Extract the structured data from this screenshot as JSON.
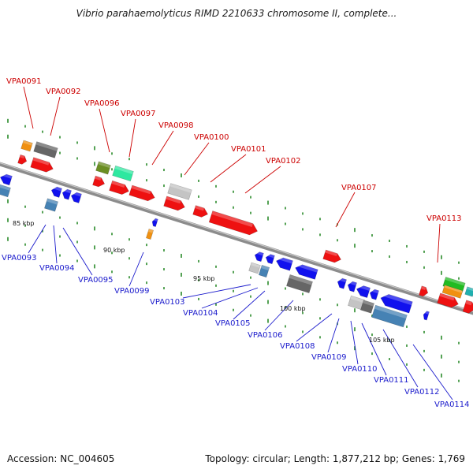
{
  "title": "Vibrio parahaemolyticus RIMD 2210633 chromosome II, complete...",
  "footer": {
    "accession": "Accession: NC_004605",
    "topology": "Topology: circular; Length: 1,877,212 bp; Genes: 1,769"
  },
  "colors": {
    "forward_label": "#cc0000",
    "reverse_label": "#1a1acc",
    "backbone": "#808080",
    "tick": "#2a8a2a"
  },
  "scale_labels": [
    "85 kbp",
    "90 kbp",
    "95 kbp",
    "100 kbp",
    "105 kbp"
  ],
  "forward_genes": [
    "VPA0091",
    "VPA0092",
    "VPA0096",
    "VPA0097",
    "VPA0098",
    "VPA0100",
    "VPA0101",
    "VPA0102",
    "VPA0107",
    "VPA0113"
  ],
  "reverse_genes": [
    "VPA0093",
    "VPA0094",
    "VPA0095",
    "VPA0099",
    "VPA0103",
    "VPA0104",
    "VPA0105",
    "VPA0106",
    "VPA0108",
    "VPA0109",
    "VPA0110",
    "VPA0111",
    "VPA0112",
    "VPA0114"
  ]
}
